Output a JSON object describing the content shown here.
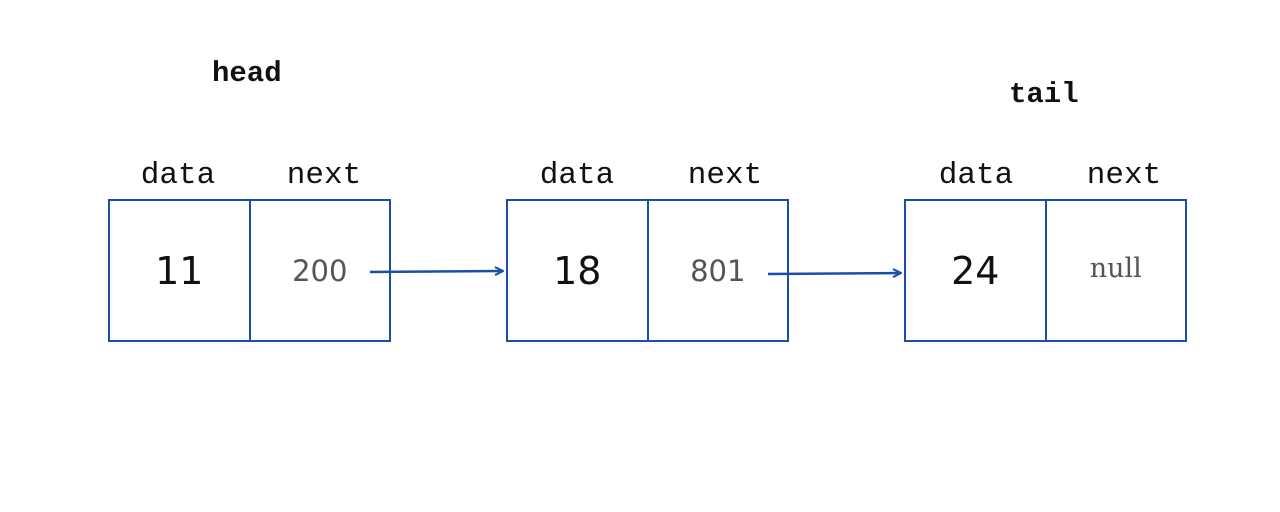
{
  "pointers": {
    "head_label": "head",
    "tail_label": "tail"
  },
  "nodes": [
    {
      "data_label": "data",
      "next_label": "next",
      "data": "11",
      "next": "200"
    },
    {
      "data_label": "data",
      "next_label": "next",
      "data": "18",
      "next": "801"
    },
    {
      "data_label": "data",
      "next_label": "next",
      "data": "24",
      "next": "null"
    }
  ],
  "colors": {
    "box_border": "#1a4ea8",
    "arrow": "#1a4ea8",
    "text": "#111111",
    "pointer_value_text": "#555555"
  }
}
